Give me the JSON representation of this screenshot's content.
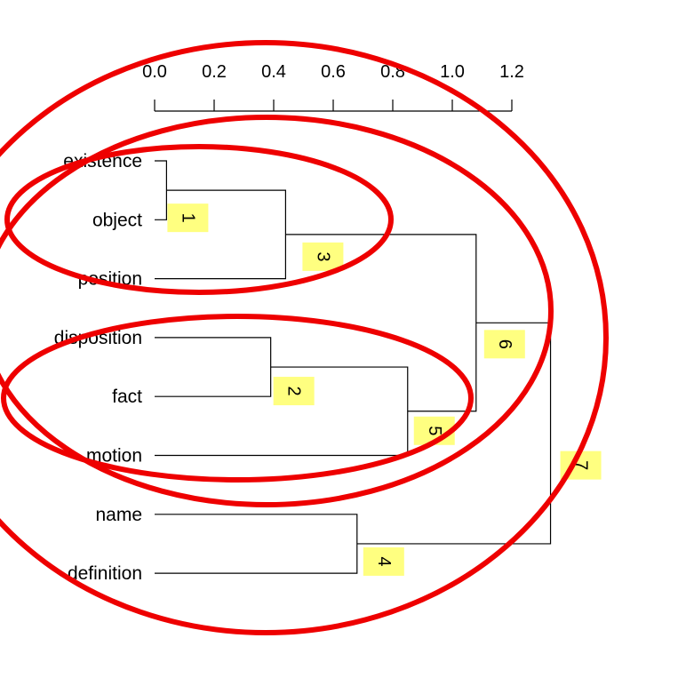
{
  "chart_data": {
    "type": "dendrogram",
    "axis": {
      "ticks": [
        "0.0",
        "0.2",
        "0.4",
        "0.6",
        "0.8",
        "1.0",
        "1.2"
      ],
      "range": [
        0,
        1.2
      ],
      "position": "top"
    },
    "leaves": [
      "existence",
      "object",
      "position",
      "disposition",
      "fact",
      "motion",
      "name",
      "definition"
    ],
    "merges": [
      {
        "id": 1,
        "tag": "1",
        "a": "leaf:0",
        "b": "leaf:1",
        "height": 0.04
      },
      {
        "id": 2,
        "tag": "2",
        "a": "leaf:3",
        "b": "leaf:4",
        "height": 0.39
      },
      {
        "id": 3,
        "tag": "3",
        "a": "merge:1",
        "b": "leaf:2",
        "height": 0.44
      },
      {
        "id": 4,
        "tag": "4",
        "a": "leaf:6",
        "b": "leaf:7",
        "height": 0.68
      },
      {
        "id": 5,
        "tag": "5",
        "a": "merge:2",
        "b": "leaf:5",
        "height": 0.85
      },
      {
        "id": 6,
        "tag": "6",
        "a": "merge:3",
        "b": "merge:5",
        "height": 1.08
      },
      {
        "id": 7,
        "tag": "7",
        "a": "merge:6",
        "b": "merge:4",
        "height": 1.33
      }
    ],
    "colors": {
      "ellipse": "#ee0000",
      "tag_bg": "#ffff80",
      "line": "#000000"
    }
  }
}
